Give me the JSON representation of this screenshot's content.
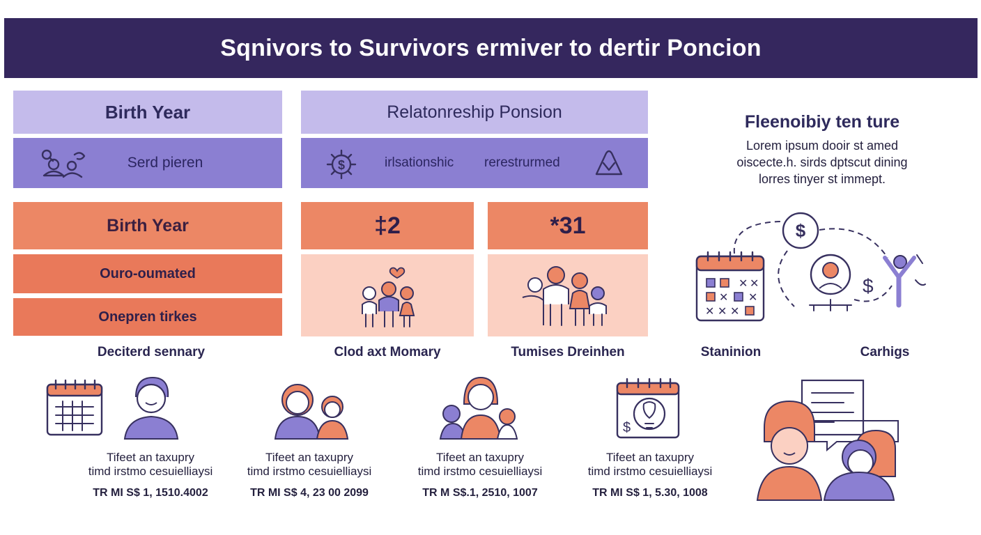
{
  "title": "Sqnivors to Survivors ermiver to dertir Poncion",
  "left": {
    "header1": "Birth Year",
    "row1_text": "Serd pieren",
    "header2": "Birth Year",
    "row2": "Ouro-oumated",
    "row3": "Onepren tirkes",
    "caption": "Deciterd sennary"
  },
  "middle": {
    "header": "Relatonreship Ponsion",
    "row_text_a": "irlsationshic",
    "row_text_b": "rerestrurmed",
    "card1_value": "‡2",
    "card2_value": "*31",
    "card1_caption": "Clod axt Momary",
    "card2_caption": "Tumises Dreinhen"
  },
  "right": {
    "title": "Fleenoibiy ten ture",
    "desc_line1": "Lorem ipsum dooir st amed",
    "desc_line2": "oiscecte.h. sirds dptscut dining",
    "desc_line3": "lorres tinyer st immept.",
    "caption1": "Staninion",
    "caption2": "Carhigs"
  },
  "bottom": [
    {
      "line1": "Tifeet an taxupry",
      "line2": "timd irstmo cesuielliaysi",
      "amount": "TR MI S$ 1, 1510.4002"
    },
    {
      "line1": "Tifeet an taxupry",
      "line2": "timd irstmo cesuielliaysi",
      "amount": "TR MI S$ 4, 23 00 2099"
    },
    {
      "line1": "Tifeet an taxupry",
      "line2": "timd irstmo cesuielliaysi",
      "amount": "TR M S$.1, 2510, 1007"
    },
    {
      "line1": "Tifeet an taxupry",
      "line2": "timd irstmo cesuielliaysi",
      "amount": "TR MI S$ 1, 5.30, 1008"
    }
  ],
  "colors": {
    "header_bar": "#35275e",
    "lavender_light": "#c4bbeb",
    "lavender_mid": "#8b7fd2",
    "coral": "#ec8765",
    "peach": "#fbd0c2"
  }
}
